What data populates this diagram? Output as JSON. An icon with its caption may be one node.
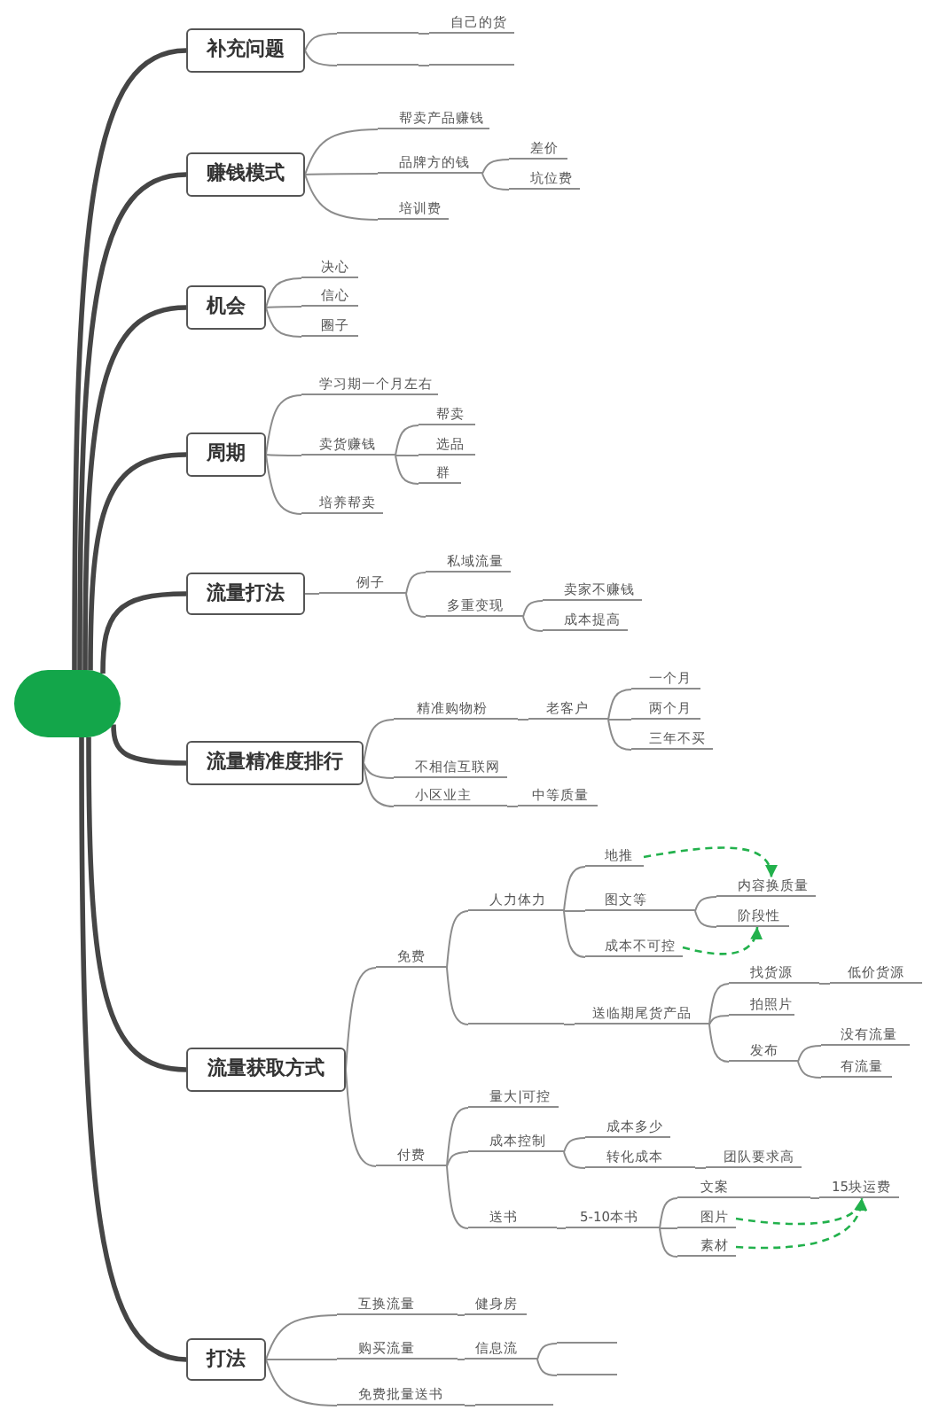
{
  "diagram": {
    "nodes": [
      {
        "text": [],
        "shape": "box"
      },
      {
        "text": [
          "补充问题"
        ]
      },
      {
        "text": [],
        "shape": "line"
      },
      {
        "text": [
          "自己的货"
        ]
      },
      {
        "text": [],
        "shape": "line"
      },
      {
        "text": [],
        "shape": "line"
      },
      {
        "text": [
          "赚钱模式"
        ]
      },
      {
        "text": [
          "帮卖产品赚钱"
        ]
      },
      {
        "text": [
          "品牌方的钱"
        ]
      },
      {
        "text": [
          "差价"
        ]
      },
      {
        "text": [
          "坑位费"
        ]
      },
      {
        "text": [
          "培训费"
        ]
      },
      {
        "text": [
          "机会"
        ]
      },
      {
        "text": [
          "决心"
        ]
      },
      {
        "text": [
          "信心"
        ]
      },
      {
        "text": [
          "圈子"
        ]
      },
      {
        "text": [
          "周期"
        ]
      },
      {
        "text": [
          "学习期一个月左右"
        ]
      },
      {
        "text": [
          "卖货赚钱"
        ]
      },
      {
        "text": [
          "帮卖"
        ]
      },
      {
        "text": [
          "选品"
        ]
      },
      {
        "text": [
          "群"
        ]
      },
      {
        "text": [
          "培养帮卖"
        ]
      },
      {
        "text": [
          "流量打法"
        ]
      },
      {
        "text": [
          "例子"
        ]
      },
      {
        "text": [
          "私域流量"
        ]
      },
      {
        "text": [
          "多重变现"
        ]
      },
      {
        "text": [
          "卖家不赚钱"
        ]
      },
      {
        "text": [
          "成本提高"
        ]
      },
      {
        "text": [
          "流量精准度排行"
        ]
      },
      {
        "text": [
          "精准购物粉"
        ]
      },
      {
        "text": [
          "老客户"
        ]
      },
      {
        "text": [
          "一个月"
        ]
      },
      {
        "text": [
          "两个月"
        ]
      },
      {
        "text": [
          "三年不买"
        ]
      },
      {
        "text": [
          "不相信互联网"
        ]
      },
      {
        "text": [
          "小区业主"
        ]
      },
      {
        "text": [
          "中等质量"
        ]
      },
      {
        "text": [
          "流量获取方式"
        ]
      },
      {
        "text": [
          "免费"
        ]
      },
      {
        "text": [
          "人力体力"
        ]
      },
      {
        "text": [
          "地推"
        ]
      },
      {
        "text": [
          "图文等"
        ]
      },
      {
        "text": [
          "内容换质量"
        ]
      },
      {
        "text": [
          "阶段性"
        ]
      },
      {
        "text": [
          "成本不可控"
        ]
      },
      {
        "text": [],
        "shape": "line"
      },
      {
        "text": [
          "送临期尾货产品"
        ]
      },
      {
        "text": [
          "找货源"
        ]
      },
      {
        "text": [
          "低价货源"
        ]
      },
      {
        "text": [
          "拍照片"
        ]
      },
      {
        "text": [
          "发布"
        ]
      },
      {
        "text": [
          "没有流量"
        ]
      },
      {
        "text": [
          "有流量"
        ]
      },
      {
        "text": [
          "付费"
        ]
      },
      {
        "text": [
          "量大|可控"
        ]
      },
      {
        "text": [
          "成本控制"
        ]
      },
      {
        "text": [
          "成本多少"
        ]
      },
      {
        "text": [
          "转化成本"
        ]
      },
      {
        "text": [
          "团队要求高"
        ]
      },
      {
        "text": [
          "送书"
        ]
      },
      {
        "text": [
          "5-10本书"
        ]
      },
      {
        "text": [
          "文案"
        ]
      },
      {
        "text": [
          "15块运费"
        ]
      },
      {
        "text": [
          "图片"
        ]
      },
      {
        "text": [
          "素材"
        ]
      },
      {
        "text": [
          "打法"
        ]
      },
      {
        "text": [
          "互换流量"
        ]
      },
      {
        "text": [
          "健身房"
        ]
      },
      {
        "text": [
          "购买流量"
        ]
      },
      {
        "text": [
          "信息流"
        ]
      },
      {
        "text": [],
        "shape": "line"
      },
      {
        "text": [],
        "shape": "line"
      },
      {
        "text": [
          "免费批量送书"
        ]
      },
      {
        "text": [],
        "shape": "line"
      }
    ],
    "edges": [
      {
        "from": 0,
        "to": 1,
        "arrow": "none",
        "style": "thick"
      },
      {
        "from": 1,
        "to": 2,
        "arrow": "none"
      },
      {
        "from": 2,
        "to": 3,
        "arrow": "none"
      },
      {
        "from": 1,
        "to": 4,
        "arrow": "none"
      },
      {
        "from": 4,
        "to": 5,
        "arrow": "none"
      },
      {
        "from": 0,
        "to": 6,
        "arrow": "none",
        "style": "thick"
      },
      {
        "from": 6,
        "to": 7,
        "arrow": "none"
      },
      {
        "from": 6,
        "to": 8,
        "arrow": "none"
      },
      {
        "from": 8,
        "to": 9,
        "arrow": "none"
      },
      {
        "from": 8,
        "to": 10,
        "arrow": "none"
      },
      {
        "from": 6,
        "to": 11,
        "arrow": "none"
      },
      {
        "from": 0,
        "to": 12,
        "arrow": "none",
        "style": "thick"
      },
      {
        "from": 12,
        "to": 13,
        "arrow": "none"
      },
      {
        "from": 12,
        "to": 14,
        "arrow": "none"
      },
      {
        "from": 12,
        "to": 15,
        "arrow": "none"
      },
      {
        "from": 0,
        "to": 16,
        "arrow": "none",
        "style": "thick"
      },
      {
        "from": 16,
        "to": 17,
        "arrow": "none"
      },
      {
        "from": 16,
        "to": 18,
        "arrow": "none"
      },
      {
        "from": 18,
        "to": 19,
        "arrow": "none"
      },
      {
        "from": 18,
        "to": 20,
        "arrow": "none"
      },
      {
        "from": 18,
        "to": 21,
        "arrow": "none"
      },
      {
        "from": 16,
        "to": 22,
        "arrow": "none"
      },
      {
        "from": 0,
        "to": 23,
        "arrow": "none",
        "style": "thick"
      },
      {
        "from": 23,
        "to": 24,
        "arrow": "none"
      },
      {
        "from": 24,
        "to": 25,
        "arrow": "none"
      },
      {
        "from": 24,
        "to": 26,
        "arrow": "none"
      },
      {
        "from": 26,
        "to": 27,
        "arrow": "none"
      },
      {
        "from": 26,
        "to": 28,
        "arrow": "none"
      },
      {
        "from": 0,
        "to": 29,
        "arrow": "none",
        "style": "thick"
      },
      {
        "from": 29,
        "to": 30,
        "arrow": "none"
      },
      {
        "from": 30,
        "to": 31,
        "arrow": "none"
      },
      {
        "from": 31,
        "to": 32,
        "arrow": "none"
      },
      {
        "from": 31,
        "to": 33,
        "arrow": "none"
      },
      {
        "from": 31,
        "to": 34,
        "arrow": "none"
      },
      {
        "from": 29,
        "to": 35,
        "arrow": "none"
      },
      {
        "from": 29,
        "to": 36,
        "arrow": "none"
      },
      {
        "from": 36,
        "to": 37,
        "arrow": "none"
      },
      {
        "from": 0,
        "to": 38,
        "arrow": "none",
        "style": "thick"
      },
      {
        "from": 38,
        "to": 39,
        "arrow": "none"
      },
      {
        "from": 39,
        "to": 40,
        "arrow": "none"
      },
      {
        "from": 40,
        "to": 41,
        "arrow": "none"
      },
      {
        "from": 40,
        "to": 42,
        "arrow": "none"
      },
      {
        "from": 42,
        "to": 43,
        "arrow": "none"
      },
      {
        "from": 42,
        "to": 44,
        "arrow": "none"
      },
      {
        "from": 40,
        "to": 45,
        "arrow": "none"
      },
      {
        "from": 41,
        "to": 43,
        "arrow": "to",
        "style": "dashed",
        "color": "#22b14c"
      },
      {
        "from": 45,
        "to": 44,
        "arrow": "to",
        "style": "dashed",
        "color": "#22b14c"
      },
      {
        "from": 39,
        "to": 46,
        "arrow": "none"
      },
      {
        "from": 46,
        "to": 47,
        "arrow": "none"
      },
      {
        "from": 47,
        "to": 48,
        "arrow": "none"
      },
      {
        "from": 48,
        "to": 49,
        "arrow": "none"
      },
      {
        "from": 47,
        "to": 50,
        "arrow": "none"
      },
      {
        "from": 47,
        "to": 51,
        "arrow": "none"
      },
      {
        "from": 51,
        "to": 52,
        "arrow": "none"
      },
      {
        "from": 51,
        "to": 53,
        "arrow": "none"
      },
      {
        "from": 38,
        "to": 54,
        "arrow": "none"
      },
      {
        "from": 54,
        "to": 55,
        "arrow": "none"
      },
      {
        "from": 54,
        "to": 56,
        "arrow": "none"
      },
      {
        "from": 56,
        "to": 57,
        "arrow": "none"
      },
      {
        "from": 56,
        "to": 58,
        "arrow": "none"
      },
      {
        "from": 58,
        "to": 59,
        "arrow": "none"
      },
      {
        "from": 54,
        "to": 60,
        "arrow": "none"
      },
      {
        "from": 60,
        "to": 61,
        "arrow": "none"
      },
      {
        "from": 61,
        "to": 62,
        "arrow": "none"
      },
      {
        "from": 62,
        "to": 63,
        "arrow": "none"
      },
      {
        "from": 61,
        "to": 64,
        "arrow": "none"
      },
      {
        "from": 61,
        "to": 65,
        "arrow": "none"
      },
      {
        "from": 64,
        "to": 63,
        "arrow": "to",
        "style": "dashed",
        "color": "#22b14c"
      },
      {
        "from": 65,
        "to": 63,
        "arrow": "to",
        "style": "dashed",
        "color": "#22b14c"
      },
      {
        "from": 0,
        "to": 66,
        "arrow": "none",
        "style": "thick"
      },
      {
        "from": 66,
        "to": 67,
        "arrow": "none"
      },
      {
        "from": 67,
        "to": 68,
        "arrow": "none"
      },
      {
        "from": 66,
        "to": 69,
        "arrow": "none"
      },
      {
        "from": 69,
        "to": 70,
        "arrow": "none"
      },
      {
        "from": 70,
        "to": 71,
        "arrow": "none"
      },
      {
        "from": 70,
        "to": 72,
        "arrow": "none"
      },
      {
        "from": 66,
        "to": 73,
        "arrow": "none"
      },
      {
        "from": 73,
        "to": 74,
        "arrow": "none"
      }
    ]
  }
}
